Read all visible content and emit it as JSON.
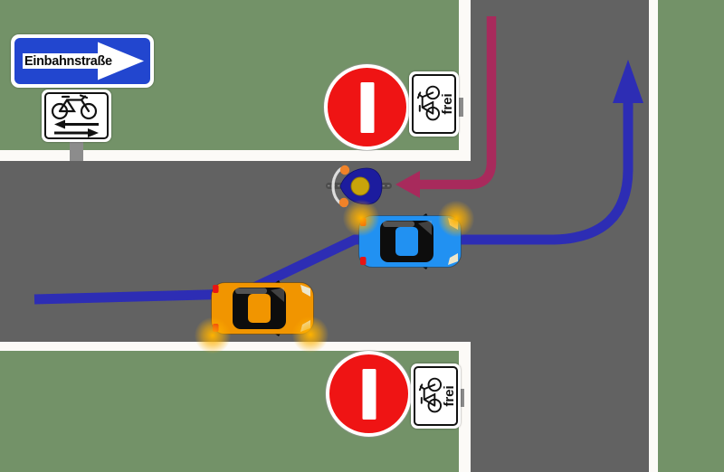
{
  "colors": {
    "grass": "#739268",
    "road": "#626262",
    "sidewalk": "#fcfaf7",
    "car_route": "#2d2db4",
    "bike_route": "#a82a5c",
    "sign_blue": "#2246cf",
    "sign_red": "#ef1414",
    "car_blue": "#2191f2",
    "car_orange": "#f19500",
    "signal_glow": "#ffb200",
    "rider_body": "#1c1c9e",
    "rider_head": "#c8a40a",
    "rider_hands": "#f08228"
  },
  "signs": {
    "one_way": {
      "label": "Einbahnstraße"
    },
    "bike_both_directions": {
      "icon": "bicycle-with-left-and-right-arrows"
    },
    "no_entry_top": {
      "icon": "red-circle-with-white-bar"
    },
    "frei_top": {
      "label": "frei",
      "icon": "bicycle"
    },
    "no_entry_bottom": {
      "icon": "red-circle-with-white-bar"
    },
    "frei_bottom": {
      "label": "frei",
      "icon": "bicycle"
    }
  },
  "routes": {
    "car_route": {
      "description": "blue arrow: eastbound through one-way street, turning left (north) at junction",
      "color_key": "car_route"
    },
    "cyclist_route": {
      "description": "crimson arrow: southbound on cross road, turning west into one-way street toward cyclist",
      "color_key": "bike_route"
    }
  },
  "actors": {
    "cyclist": {
      "heading": "west"
    },
    "blue_car": {
      "heading": "east",
      "signals": "left-side-indicators"
    },
    "orange_car": {
      "heading": "east",
      "signals": "right-side-indicators"
    }
  }
}
